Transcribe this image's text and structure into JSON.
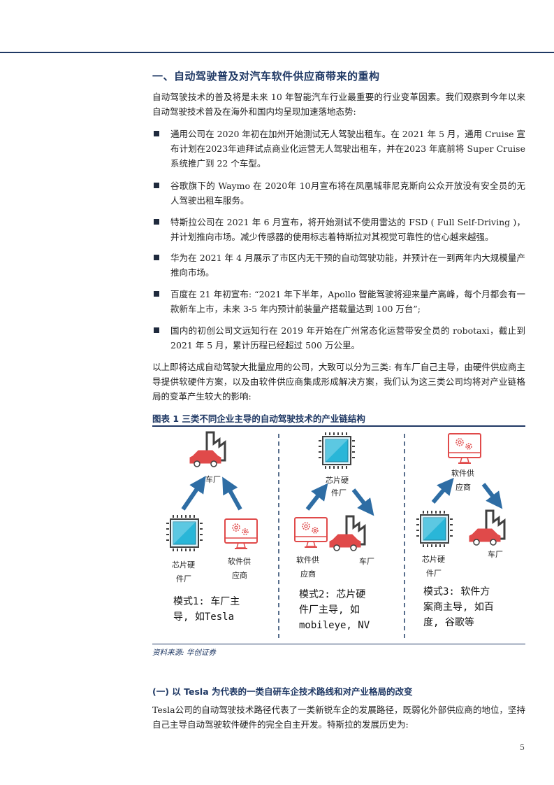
{
  "section_title": "一、自动驾驶普及对汽车软件供应商带来的重构",
  "intro": "自动驾驶技术的普及将是未来 10 年智能汽车行业最重要的行业变革因素。我们观察到今年以来自动驾驶技术普及在海外和国内均呈现加速落地态势:",
  "bullets": [
    "通用公司在 2020 年初在加州开始测试无人驾驶出租车。在 2021 年 5 月，通用 Cruise 宣布计划在2023年迪拜试点商业化运营无人驾驶出租车，并在2023 年底前将 Super Cruise 系统推广到 22 个车型。",
    "谷歌旗下的 Waymo 在 2020年 10月宣布将在凤凰城菲尼克斯向公众开放没有安全员的无人驾驶出租车服务。",
    "特斯拉公司在 2021 年 6 月宣布，将开始测试不使用雷达的 FSD ( Full Self-Driving )，并计划推向市场。减少传感器的使用标志着特斯拉对其视觉可靠性的信心越来越强。",
    "华为在 2021 年 4 月展示了市区内无干预的自动驾驶功能，并预计在一到两年内大规模量产推向市场。",
    "百度在 21 年初宣布: “2021 年下半年，Apollo 智能驾驶将迎来量产高峰，每个月都会有一款新车上市，未来 3-5 年内预计前装量产搭载量达到 100 万台”;",
    "国内的初创公司文远知行在 2019 年开始在广州常态化运营带安全员的 robotaxi，截止到 2021 年 5 月，累计历程已经超过 500 万公里。"
  ],
  "summary": "以上即将达成自动驾驶大批量应用的公司，大致可以分为三类: 有车厂自己主导，由硬件供应商主导提供软硬件方案，以及由软件供应商集成形成解决方案，我们认为这三类公司均将对产业链格局的变革产生较大的影响:",
  "figure": {
    "title": "图表 1   三类不同企业主导的自动驾驶技术的产业链结构",
    "source": "资料来源: 华创证券",
    "panels": [
      {
        "top_label": "车厂",
        "left_label": [
          "芯片硬",
          "件厂"
        ],
        "right_label": [
          "软件供",
          "应商"
        ],
        "mode_text": [
          "模式1: 车厂主",
          "导, 如Tesla"
        ]
      },
      {
        "top_label": [
          "芯片硬",
          "件厂"
        ],
        "left_label": [
          "软件供",
          "应商"
        ],
        "right_label": "车厂",
        "mode_text": [
          "模式2: 芯片硬",
          "件厂主导, 如",
          "mobileye, NV"
        ]
      },
      {
        "top_label": [
          "软件供",
          "应商"
        ],
        "left_label": [
          "芯片硬",
          "件厂"
        ],
        "right_label": "车厂",
        "mode_text": [
          "模式3: 软件方",
          "案商主导, 如百",
          "度, 谷歌等"
        ]
      }
    ]
  },
  "subsection_title": "(一) 以 Tesla 为代表的一类自研车企技术路线和对产业格局的改变",
  "tesla_para": "Tesla公司的自动驾驶技术路径代表了一类新锐车企的发展路径，既弱化外部供应商的地位，坚持自己主导自动驾驶软件硬件的完全自主开发。特斯拉的发展历史为:",
  "page_number": "5",
  "colors": {
    "accent": "#1f3864",
    "arrow": "#2e6da4",
    "chip": "#29b6d8",
    "red": "#e04a4a"
  }
}
